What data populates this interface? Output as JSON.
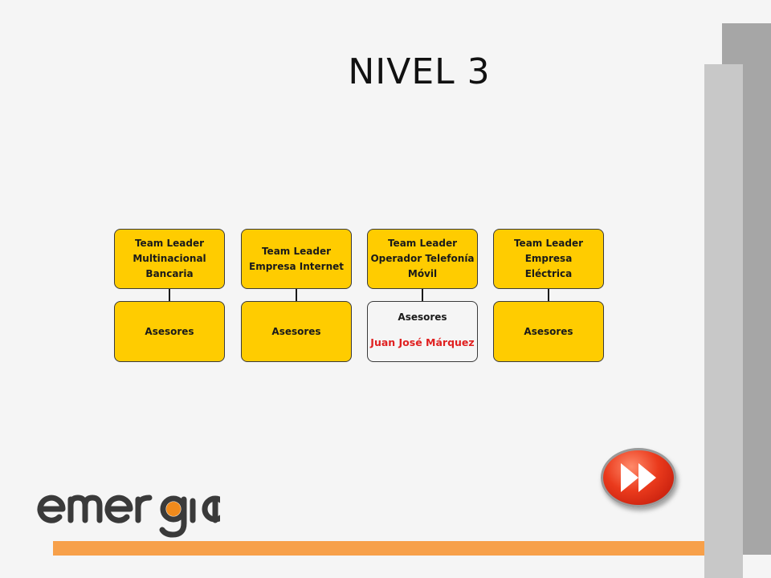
{
  "slide": {
    "title": "NIVEL 3"
  },
  "org_chart": {
    "leaders": [
      {
        "lines": [
          "Team Leader",
          "Multinacional",
          "Bancaria"
        ]
      },
      {
        "lines": [
          "Team Leader",
          "Empresa Internet"
        ]
      },
      {
        "lines": [
          "Team Leader",
          "Operador Telefonía",
          "Móvil"
        ]
      },
      {
        "lines": [
          "Team Leader",
          "Empresa",
          "Eléctrica"
        ]
      }
    ],
    "teams": [
      {
        "label": "Asesores"
      },
      {
        "label": "Asesores"
      },
      {
        "label": "Asesores",
        "member": "Juan José Márquez"
      },
      {
        "label": "Asesores"
      }
    ]
  },
  "logo": {
    "text": "emergia"
  },
  "icons": {
    "next": "fast-forward-icon"
  },
  "colors": {
    "box_fill": "#ffcc00",
    "highlight_name": "#e02020",
    "accent_bar": "#f7a04a",
    "logo_orange": "#f08a1c",
    "logo_dark": "#3a3a3a"
  }
}
